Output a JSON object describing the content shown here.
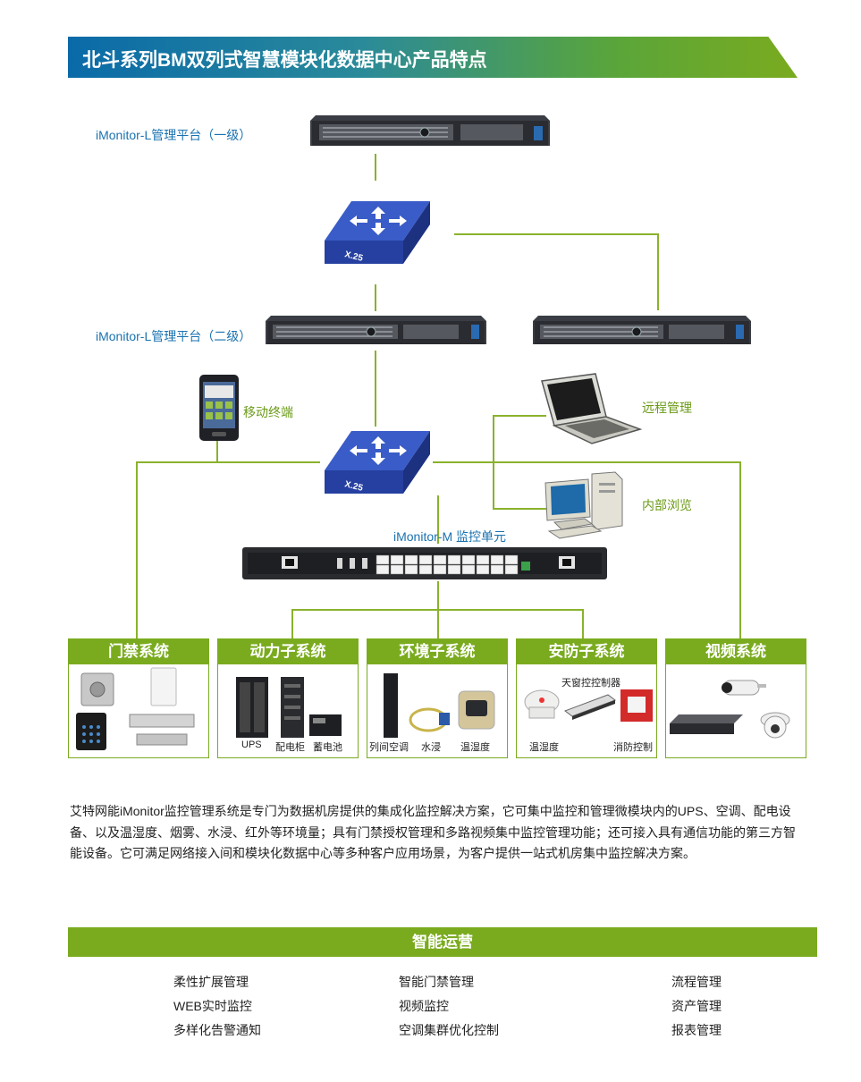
{
  "header": {
    "title": "北斗系列BM双列式智慧模块化数据中心产品特点",
    "accent_color": "#7aab1f",
    "blue_color": "#0a6aa8"
  },
  "diagram": {
    "platform_level1": "iMonitor-L管理平台（一级）",
    "platform_level2": "iMonitor-L管理平台（二级）",
    "switch_label": "X.25",
    "mobile_terminal": "移动终端",
    "remote_mgmt": "远程管理",
    "internal_browse": "内部浏览",
    "monitor_unit": "iMonitor-M 监控单元"
  },
  "categories": [
    {
      "title": "门禁系统",
      "devices": []
    },
    {
      "title": "动力子系统",
      "devices": [
        "UPS",
        "配电柜",
        "蓄电池"
      ]
    },
    {
      "title": "环境子系统",
      "devices": [
        "列间空调",
        "水浸",
        "温湿度"
      ]
    },
    {
      "title": "安防子系统",
      "devices": [
        "天窗控控制器",
        "温湿度",
        "消防控制"
      ]
    },
    {
      "title": "视频系统",
      "devices": []
    }
  ],
  "description": "艾特网能iMonitor监控管理系统是专门为数据机房提供的集成化监控解决方案，它可集中监控和管理微模块内的UPS、空调、配电设备、以及温湿度、烟雾、水浸、红外等环境量；具有门禁授权管理和多路视频集中监控管理功能；还可接入具有通信功能的第三方智能设备。它可满足网络接入间和模块化数据中心等多种客户应用场景，为客户提供一站式机房集中监控解决方案。",
  "ops": {
    "title": "智能运营",
    "features": [
      [
        "柔性扩展管理",
        "智能门禁管理",
        "流程管理"
      ],
      [
        "WEB实时监控",
        "视频监控",
        "资产管理"
      ],
      [
        "多样化告警通知",
        "空调集群优化控制",
        "报表管理"
      ]
    ]
  }
}
